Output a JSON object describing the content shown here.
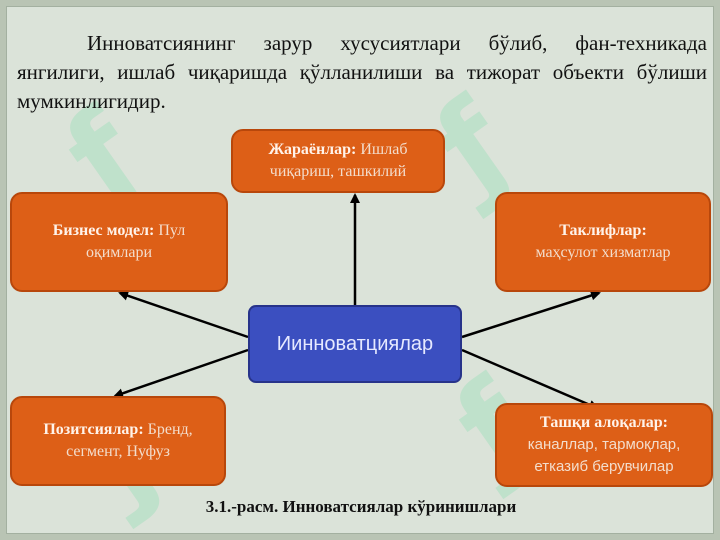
{
  "intro_text": "Инноватсиянинг зарур хусусиятлари бўлиб, фан-техникада янгилиги, ишлаб чиқаришда қўлланилиши ва тижорат объекти бўлиши мумкинлигидир.",
  "center_label": "Иинноватциялар",
  "nodes": {
    "top": {
      "title": "Жараёнлар:",
      "text": "Ишлаб чиқариш, ташкилий"
    },
    "left_top": {
      "title": "Бизнес модел:",
      "text": "Пул оқимлари"
    },
    "right_top": {
      "title": "Таклифлар:",
      "text": "маҳсулот хизматлар"
    },
    "left_bottom": {
      "title": "Позитсиялар:",
      "text": "Бренд, сегмент, Нуфуз"
    },
    "right_bottom": {
      "title": "Ташқи алоқалар:",
      "text": "каналлар, тармоқлар, етказиб берувчилар"
    }
  },
  "caption": "3.1.-расм. Инноватсиялар кўринишлари",
  "colors": {
    "node_fill": "#dd5f17",
    "center_fill": "#3b4fc0",
    "background": "#dbe3d9"
  }
}
